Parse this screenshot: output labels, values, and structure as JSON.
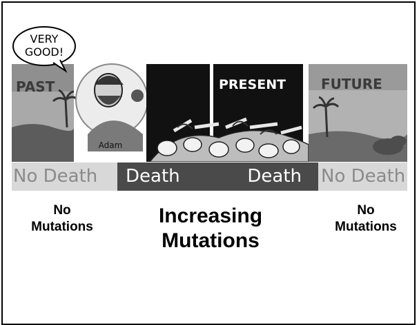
{
  "speech_bubble": {
    "line1": "VERY",
    "line2": "GOOD!"
  },
  "scene_labels": {
    "past": "PAST",
    "present": "PRESENT",
    "future": "FUTURE",
    "adam": "Adam"
  },
  "bands": {
    "left": "No Death",
    "middle_left": "Death",
    "middle_right": "Death",
    "right": "No Death"
  },
  "captions": {
    "left": {
      "line1": "No",
      "line2": "Mutations"
    },
    "center": {
      "line1": "Increasing",
      "line2": "Mutations"
    },
    "right": {
      "line1": "No",
      "line2": "Mutations"
    }
  },
  "colors": {
    "dark_band": "#4a4a4a",
    "light_band": "#d8d8d8"
  }
}
